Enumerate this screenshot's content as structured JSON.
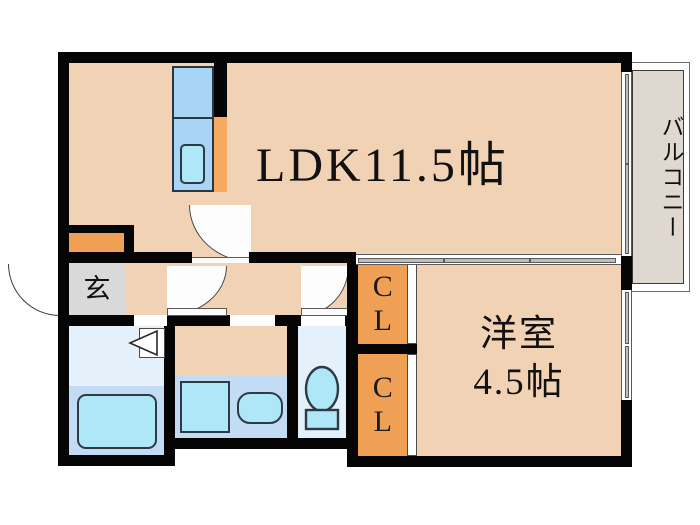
{
  "plan": {
    "type": "apartment-floor-plan",
    "unit_layout": "1LDK",
    "rooms": [
      {
        "id": "ldk",
        "label": "LDK11.5帖",
        "size_jo": 11.5
      },
      {
        "id": "washitsu",
        "label_line1": "洋室",
        "label_line2": "4.5帖",
        "size_jo": 4.5
      },
      {
        "id": "closet_upper",
        "label": "CL"
      },
      {
        "id": "closet_lower",
        "label": "CL"
      },
      {
        "id": "genkan",
        "label": "玄"
      },
      {
        "id": "balcony",
        "label": "バルコニー"
      }
    ],
    "colors": {
      "floor": "#f2d2b4",
      "wall": "#050505",
      "closet_orange": "#f0a055",
      "fixture_blue": "#a8d4f5",
      "water_cyan": "#aee7f7",
      "balcony_gray": "#ded8d0",
      "genkan_gray": "#d9d9d9",
      "background": "#ffffff"
    },
    "fixtures": [
      {
        "id": "kitchen-stove",
        "name": "stove-top"
      },
      {
        "id": "kitchen-sink",
        "name": "kitchen-sink-basin"
      },
      {
        "id": "bathtub",
        "name": "bathtub"
      },
      {
        "id": "washer-space",
        "name": "washing-machine-space"
      },
      {
        "id": "wash-basin",
        "name": "wash-basin"
      },
      {
        "id": "toilet",
        "name": "toilet"
      }
    ]
  }
}
